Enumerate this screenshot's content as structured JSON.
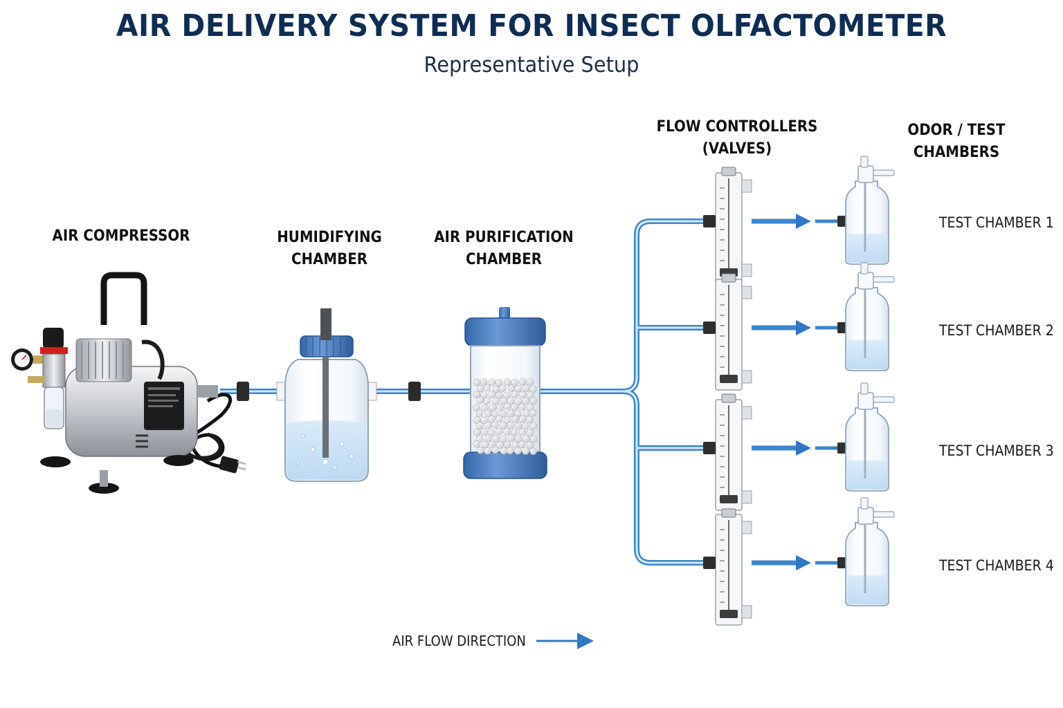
{
  "title": "AIR DELIVERY SYSTEM FOR INSECT OLFACTOMETER",
  "subtitle": "Representative Setup",
  "components": {
    "compressor": {
      "label": "AIR COMPRESSOR"
    },
    "humidifier": {
      "line1": "HUMIDIFYING",
      "line2": "CHAMBER"
    },
    "purifier": {
      "line1": "AIR PURIFICATION",
      "line2": "CHAMBER"
    },
    "flow_controllers": {
      "line1": "FLOW CONTROLLERS",
      "line2": "(VALVES)"
    },
    "odor_chambers": {
      "line1": "ODOR / TEST",
      "line2": "CHAMBERS"
    }
  },
  "test_chambers": [
    {
      "label": "TEST CHAMBER 1"
    },
    {
      "label": "TEST CHAMBER 2"
    },
    {
      "label": "TEST CHAMBER 3"
    },
    {
      "label": "TEST CHAMBER 4"
    }
  ],
  "legend": {
    "label": "AIR FLOW DIRECTION"
  },
  "colors": {
    "title": "#0f2d52",
    "tube": "#4a90d9",
    "arrow": "#2f78c4",
    "cap": "#4a7fc1",
    "water": "#cfe4f7"
  }
}
